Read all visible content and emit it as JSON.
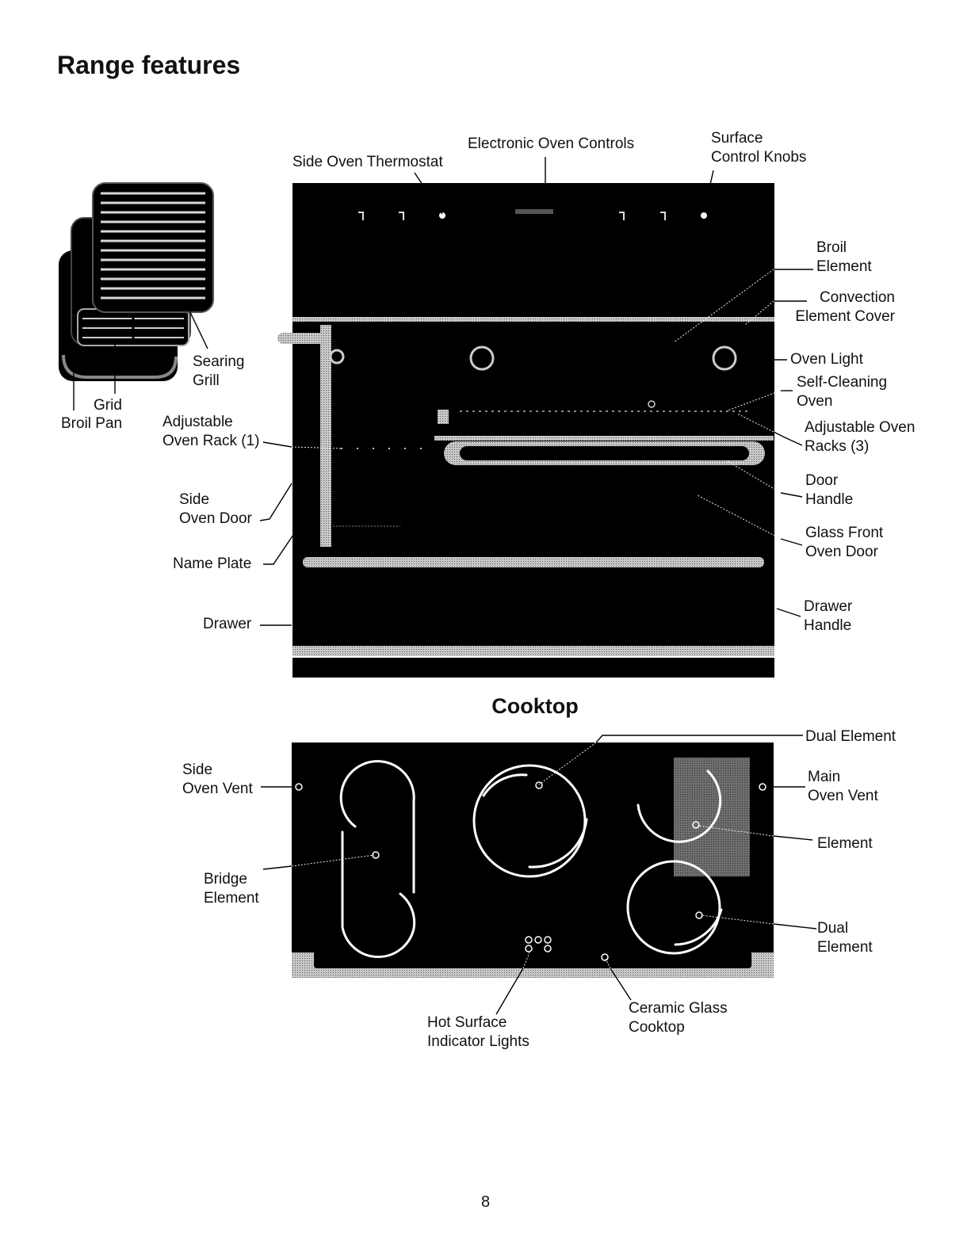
{
  "page": {
    "title": "Range features",
    "page_number": "8"
  },
  "range": {
    "labels": {
      "side_oven_thermostat": "Side Oven Thermostat",
      "electronic_oven_controls": "Electronic Oven Controls",
      "surface_control_knobs": [
        "Surface",
        "Control Knobs"
      ],
      "broil_element": [
        "Broil",
        "Element"
      ],
      "convection_element_cover": [
        "Convection",
        "Element Cover"
      ],
      "oven_light": "Oven Light",
      "self_cleaning_oven": [
        "Self-Cleaning",
        "Oven"
      ],
      "adjustable_oven_racks": [
        "Adjustable Oven",
        "Racks (3)"
      ],
      "door_handle": [
        "Door",
        "Handle"
      ],
      "glass_front_oven_door": [
        "Glass Front",
        "Oven Door"
      ],
      "drawer_handle": [
        "Drawer",
        "Handle"
      ],
      "searing_grill": [
        "Searing",
        "Grill"
      ],
      "grid": "Grid",
      "broil_pan": "Broil Pan",
      "adjustable_oven_rack": [
        "Adjustable",
        "Oven Rack (1)"
      ],
      "side_oven_door": [
        "Side",
        "Oven Door"
      ],
      "name_plate": "Name Plate",
      "drawer": "Drawer"
    }
  },
  "cooktop": {
    "title": "Cooktop",
    "labels": {
      "dual_element_top": "Dual Element",
      "side_oven_vent": [
        "Side",
        "Oven Vent"
      ],
      "main_oven_vent": [
        "Main",
        "Oven Vent"
      ],
      "element": "Element",
      "bridge_element": [
        "Bridge",
        "Element"
      ],
      "dual_element_bottom": [
        "Dual",
        "Element"
      ],
      "hot_surface_indicator_lights": [
        "Hot Surface",
        "Indicator Lights"
      ],
      "ceramic_glass_cooktop": [
        "Ceramic Glass",
        "Cooktop"
      ]
    }
  },
  "colors": {
    "appliance": "#000000",
    "trim": "#b8b8b8",
    "line": "#000000"
  }
}
